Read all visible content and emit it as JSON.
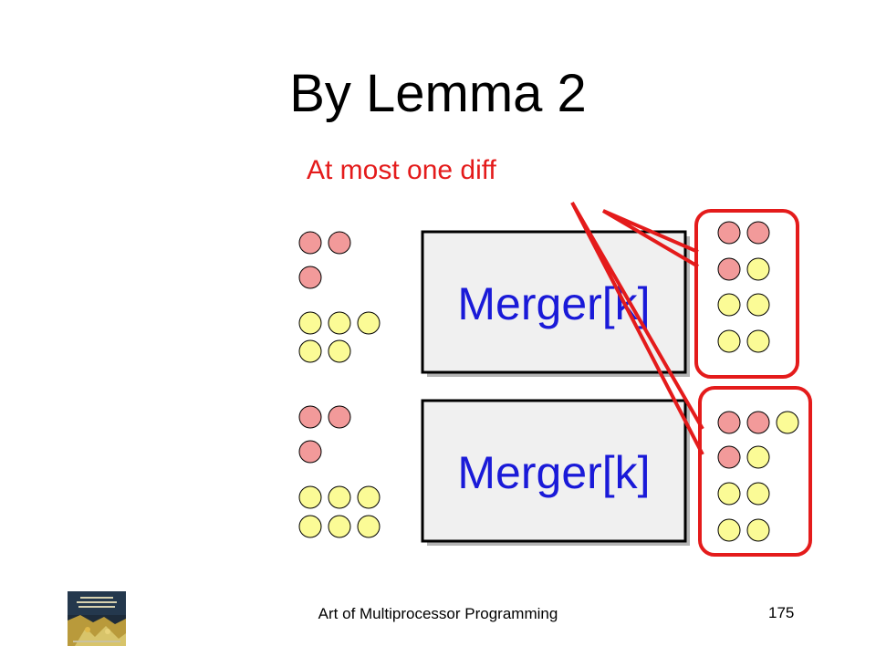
{
  "slide": {
    "title": "By Lemma 2",
    "annotation": "At most one diff"
  },
  "mergers": [
    {
      "label": "Merger[k]"
    },
    {
      "label": "Merger[k]"
    }
  ],
  "inputs": [
    {
      "rows": [
        [
          "red",
          "red"
        ],
        [
          "red"
        ],
        [
          "yellow",
          "yellow",
          "yellow"
        ],
        [
          "yellow",
          "yellow"
        ]
      ]
    },
    {
      "rows": [
        [
          "red",
          "red"
        ],
        [
          "red"
        ],
        [
          "yellow",
          "yellow",
          "yellow"
        ],
        [
          "yellow",
          "yellow",
          "yellow"
        ]
      ]
    }
  ],
  "outputs": [
    {
      "rows": [
        [
          "red",
          "red"
        ],
        [
          "red",
          "yellow"
        ],
        [
          "yellow",
          "yellow"
        ],
        [
          "yellow",
          "yellow"
        ]
      ]
    },
    {
      "rows": [
        [
          "red",
          "red",
          "yellow"
        ],
        [
          "red",
          "yellow"
        ],
        [
          "yellow",
          "yellow"
        ],
        [
          "yellow",
          "yellow"
        ]
      ]
    }
  ],
  "colors": {
    "red_token": "#f29a9a",
    "yellow_token": "#fbfb96",
    "highlight": "#e41b1b",
    "merger_text": "#1a1ad8",
    "merger_fill": "#f0f0f0"
  },
  "book_icon": "book-cover-icon",
  "footer": {
    "title": "Art of Multiprocessor Programming",
    "page_number": "175"
  }
}
